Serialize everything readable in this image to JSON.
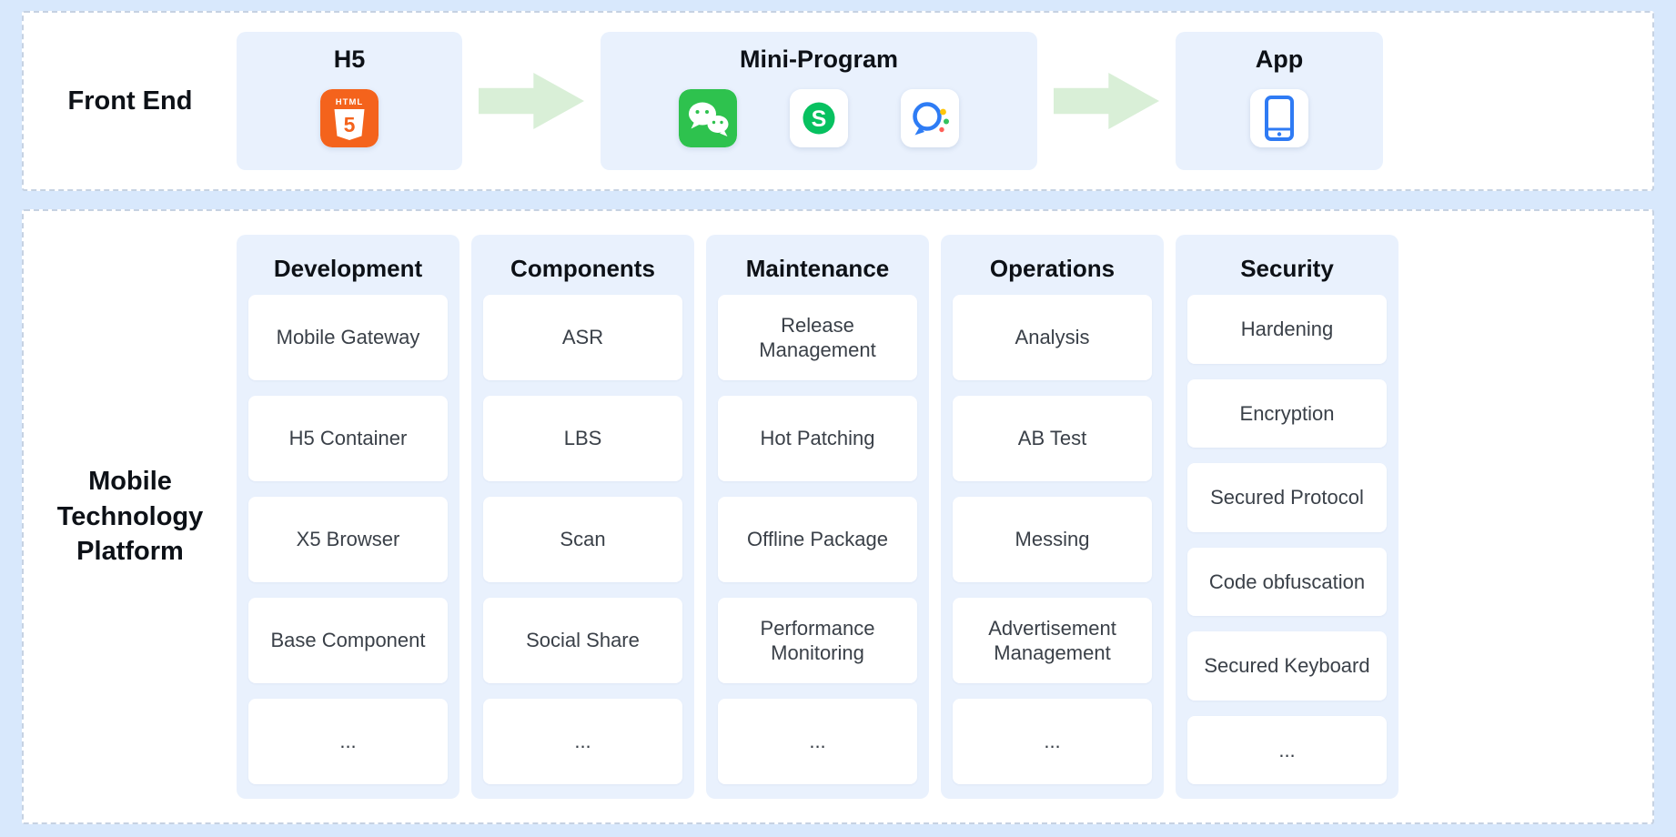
{
  "colors": {
    "page_bg": "#d8e8fc",
    "section_bg": "#ffffff",
    "panel_bg": "#e9f1fd",
    "card_bg": "#ffffff",
    "arrow_green": "#d9efd7",
    "accent_blue": "#2f7bf4",
    "html5_orange": "#f4631c",
    "wechat_green": "#2ec24e",
    "miniprogram_green": "#07c160"
  },
  "front_end": {
    "label": "Front End",
    "stages": [
      {
        "title": "H5",
        "icons": [
          "html5-icon"
        ]
      },
      {
        "title": "Mini-Program",
        "icons": [
          "wechat-icon",
          "miniprogram-icon",
          "wecom-icon"
        ]
      },
      {
        "title": "App",
        "icons": [
          "app-tablet-icon"
        ]
      }
    ]
  },
  "platform": {
    "label": "Mobile Technology Platform",
    "label_lines": [
      "Mobile",
      "Technology",
      "Platform"
    ],
    "columns": [
      {
        "title": "Development",
        "items": [
          "Mobile Gateway",
          "H5 Container",
          "X5 Browser",
          "Base Component",
          "..."
        ]
      },
      {
        "title": "Components",
        "items": [
          "ASR",
          "LBS",
          "Scan",
          "Social Share",
          "..."
        ]
      },
      {
        "title": "Maintenance",
        "items": [
          "Release Management",
          "Hot Patching",
          "Offline Package",
          "Performance Monitoring",
          "..."
        ]
      },
      {
        "title": "Operations",
        "items": [
          "Analysis",
          "AB Test",
          "Messing",
          "Advertisement Management",
          "..."
        ]
      },
      {
        "title": "Security",
        "items": [
          "Hardening",
          "Encryption",
          "Secured Protocol",
          "Code obfuscation",
          "Secured Keyboard",
          "..."
        ]
      }
    ]
  }
}
